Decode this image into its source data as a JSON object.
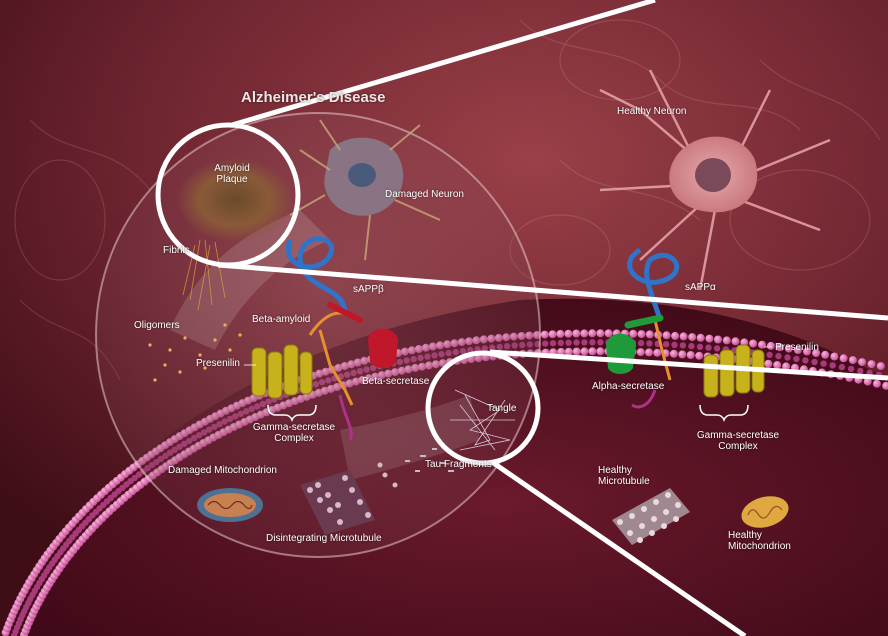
{
  "title": "Alzheimer's Disease",
  "labels": {
    "amyloid_plaque": "Amyloid\nPlaque",
    "damaged_neuron": "Damaged Neuron",
    "healthy_neuron": "Healthy Neuron",
    "fibrils": "Fibrils",
    "sapp_beta": "sAPPβ",
    "sapp_alpha": "sAPPα",
    "oligomers": "Oligomers",
    "beta_amyloid": "Beta-amyloid",
    "presenilin_left": "Presenilin",
    "presenilin_right": "Presenilin",
    "beta_secretase": "Beta-secretase",
    "alpha_secretase": "Alpha-secretase",
    "tangle": "Tangle",
    "gamma_left": "Gamma-secretase\nComplex",
    "gamma_right": "Gamma-secretase\nComplex",
    "damaged_mito": "Damaged Mitochondrion",
    "tau_word": "Tau",
    "fragments_word": "Fragments",
    "healthy_microtubule": "Healthy\nMicrotubule",
    "healthy_mito": "Healthy\nMitochondrion",
    "disintegrating_microtubule": "Disintegrating Microtubule"
  },
  "colors": {
    "background": "#6e2530",
    "membrane_bead": "#d65fa6",
    "cell_interior": "#5e1526",
    "callout_stroke": "#ffffff",
    "sapp_blue": "#2f74c9",
    "beta_secretase_red": "#c0182a",
    "alpha_secretase_green": "#1f9a3a",
    "gamma_yellow": "#c7b21c"
  }
}
